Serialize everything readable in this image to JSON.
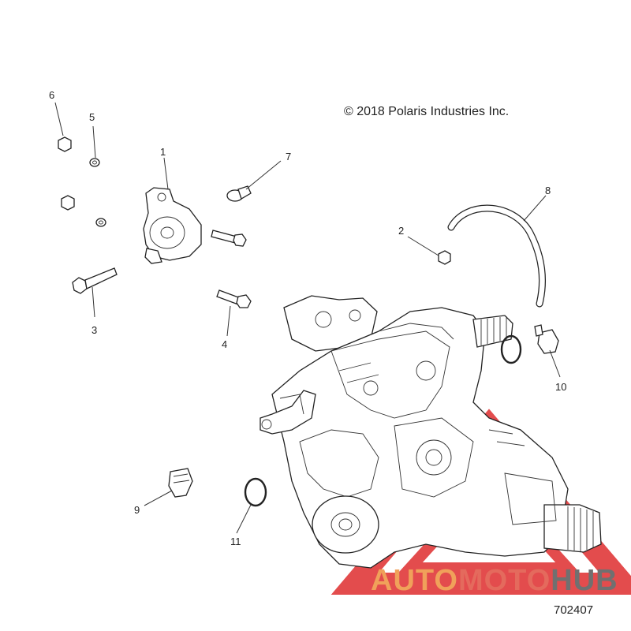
{
  "copyright": "© 2018 Polaris Industries Inc.",
  "drawing_number": "702407",
  "watermark": {
    "auto": "AUTO",
    "moto": "MOTO",
    "hub": "HUB"
  },
  "callouts": [
    "1",
    "2",
    "3",
    "4",
    "5",
    "6",
    "7",
    "8",
    "9",
    "10",
    "11"
  ],
  "colors": {
    "watermark_red": "#e0393a",
    "watermark_orange": "#f0a15a",
    "watermark_gray": "#707070",
    "line": "#222222"
  }
}
